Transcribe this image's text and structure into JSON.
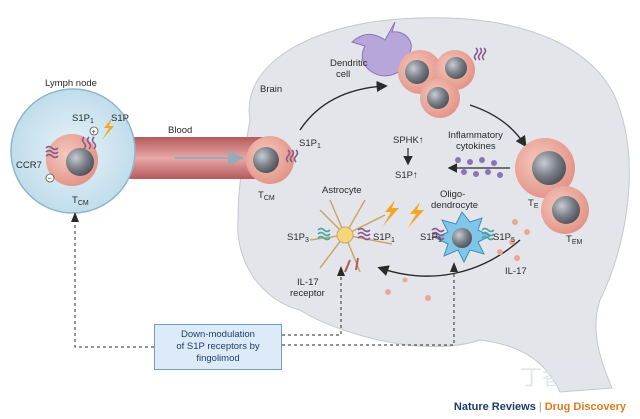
{
  "labels": {
    "lymph_node": "Lymph node",
    "blood": "Blood",
    "brain": "Brain",
    "dendritic_cell": "Dendritic cell",
    "dendritic_l1": "Dendritic",
    "dendritic_l2": "cell",
    "s1p": "S1P",
    "s1p1": "S1P",
    "s1p1_sub": "1",
    "ccr7": "CCR7",
    "tcm": "T",
    "tcm_sub": "CM",
    "sphk": "SPHK",
    "inflammatory_l1": "Inflammatory",
    "inflammatory_l2": "cytokines",
    "astrocyte": "Astrocyte",
    "oligo_l1": "Oligo-",
    "oligo_l2": "dendrocyte",
    "te": "T",
    "te_sub": "E",
    "tem": "T",
    "tem_sub": "EM",
    "s1p3": "S1P",
    "s1p3_sub": "3",
    "s1p5": "S1P",
    "s1p5_sub": "5",
    "il17": "IL-17",
    "il17_receptor_l1": "IL-17",
    "il17_receptor_l2": "receptor",
    "plus": "+",
    "minus": "−",
    "arrow_up": "↑"
  },
  "callout": {
    "line1": "Down-modulation",
    "line2": "of S1P receptors by",
    "line3": "fingolimod"
  },
  "footer": {
    "journal": "Nature Reviews",
    "separator": "|",
    "section": "Drug Discovery"
  },
  "watermark": "丁香园",
  "colors": {
    "cell_body": "#e9a79a",
    "nucleus": "#7b8089",
    "receptor": "#8a5a8c",
    "background_shape": "#e3e5ea",
    "blood_vessel": "#c9787a",
    "callout_bg": "#dcebf7",
    "lightning": "#f0a72b"
  }
}
